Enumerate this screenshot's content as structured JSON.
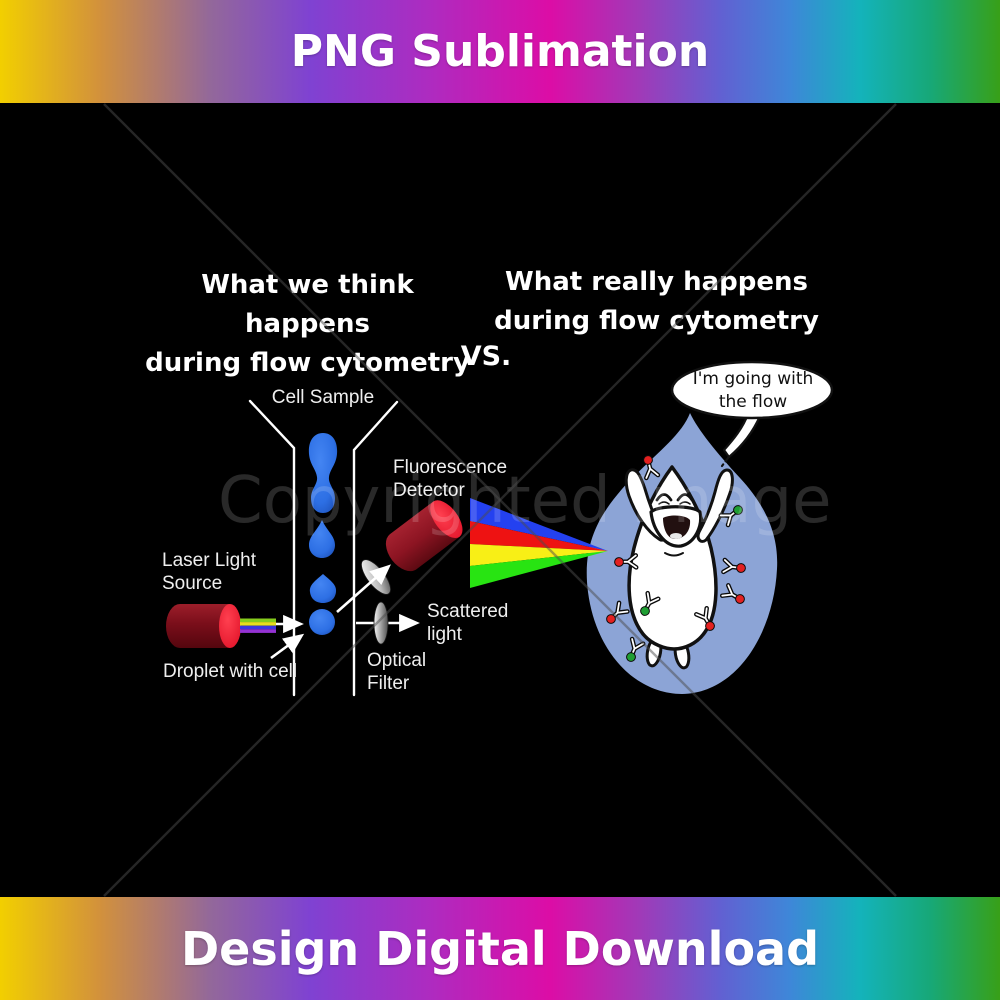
{
  "banner_top": {
    "label": "PNG Sublimation"
  },
  "banner_bottom": {
    "label": "Design Digital Download"
  },
  "watermark": {
    "text": "Copyrighted Image"
  },
  "comparison": {
    "left_heading": {
      "line1": "What we think happens",
      "line2": "during flow cytometry"
    },
    "right_heading": {
      "line1": "What really happens",
      "line2": "during flow cytometry"
    },
    "versus": "VS."
  },
  "diagram": {
    "labels": {
      "cell_sample": "Cell Sample",
      "fluorescence_detector": {
        "line1": "Fluorescence",
        "line2": "Detector"
      },
      "laser_light_source": {
        "line1": "Laser Light",
        "line2": "Source"
      },
      "scattered_light": {
        "line1": "Scattered",
        "line2": "light"
      },
      "optical_filter": {
        "line1": "Optical",
        "line2": "Filter"
      },
      "droplet_with_cell": "Droplet with cell"
    }
  },
  "cartoon": {
    "speech_bubble": {
      "line1": "I'm going with",
      "line2": "the flow"
    }
  },
  "colors": {
    "background": "#000000",
    "banner_gradient": [
      "#f2cf00",
      "#d2913c",
      "#93689a",
      "#7f42d2",
      "#ae2bc0",
      "#dc0da6",
      "#a03ab8",
      "#6260d2",
      "#3e87d8",
      "#14b3bb",
      "#17a878",
      "#38a018"
    ],
    "sample_droplet_blue": "#2d6fe4",
    "flow_blob_blue": "#8ca4d6",
    "laser_body_red": "#7c101c",
    "laser_cap_red": "#f11830",
    "beam_bands": [
      "#2441f0",
      "#ee1212",
      "#f8ef16",
      "#28e412"
    ],
    "fluorophore_red": "#e32020",
    "fluorophore_green": "#1f9e33"
  }
}
